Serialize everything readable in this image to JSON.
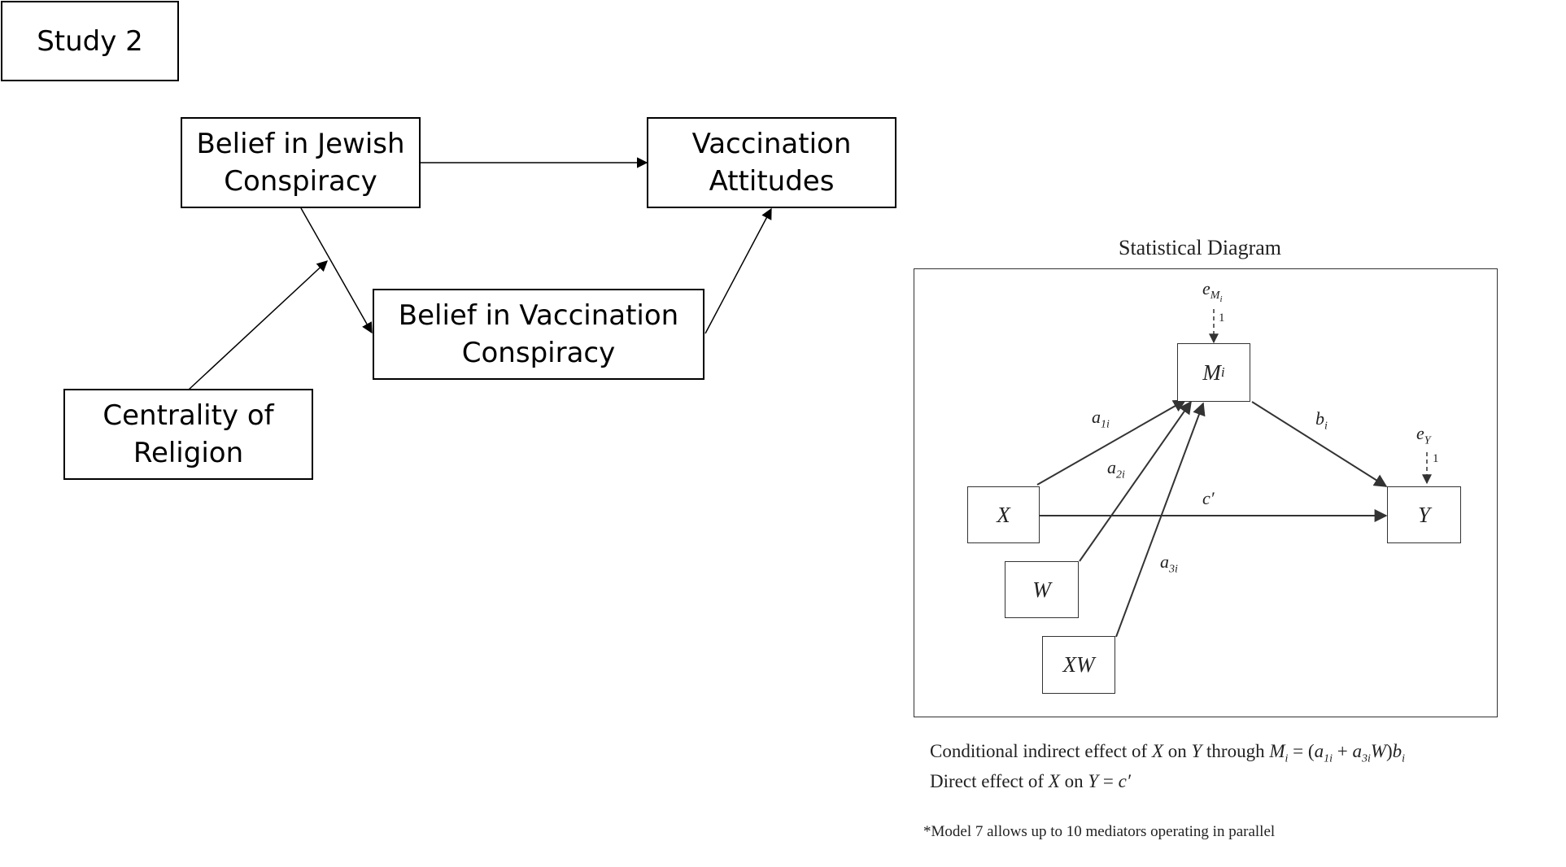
{
  "study_label": "Study 2",
  "concept_boxes": {
    "jewish": [
      "Belief in Jewish",
      "Conspiracy"
    ],
    "vaccination_attitudes": [
      "Vaccination",
      "Attitudes"
    ],
    "vaccination_conspiracy": [
      "Belief in Vaccination",
      "Conspiracy"
    ],
    "religion": [
      "Centrality of",
      "Religion"
    ]
  },
  "statistical": {
    "title": "Statistical Diagram",
    "nodes": {
      "mediator": "M",
      "mediator_sub": "i",
      "x": "X",
      "y": "Y",
      "w": "W",
      "xw": "XW"
    },
    "errors": {
      "e_m": "e",
      "e_m_sub": "M",
      "e_m_subsub": "i",
      "e_y": "e",
      "e_y_sub": "Y",
      "one": "1"
    },
    "paths": {
      "a1": "a",
      "a1_sub": "1i",
      "a2": "a",
      "a2_sub": "2i",
      "a3": "a",
      "a3_sub": "3i",
      "b": "b",
      "b_sub": "i",
      "c": "c′"
    },
    "captions": {
      "line1_a": "Conditional indirect effect of ",
      "line1_x": "X",
      "line1_b": " on ",
      "line1_y": "Y",
      "line1_c": " through ",
      "line1_m": "M",
      "line1_msub": "i",
      "line1_d": " = (",
      "line1_a1": "a",
      "line1_a1sub": "1i",
      "line1_plus": " + ",
      "line1_a3": "a",
      "line1_a3sub": "3i",
      "line1_w": "W",
      "line1_close": ")",
      "line1_b2": "b",
      "line1_b2sub": "i",
      "line2_a": "Direct effect of ",
      "line2_x": "X",
      "line2_b": " on ",
      "line2_y": "Y",
      "line2_c": " = ",
      "line2_cprime": "c′"
    },
    "footnote": "*Model 7 allows up to 10 mediators operating in parallel"
  }
}
